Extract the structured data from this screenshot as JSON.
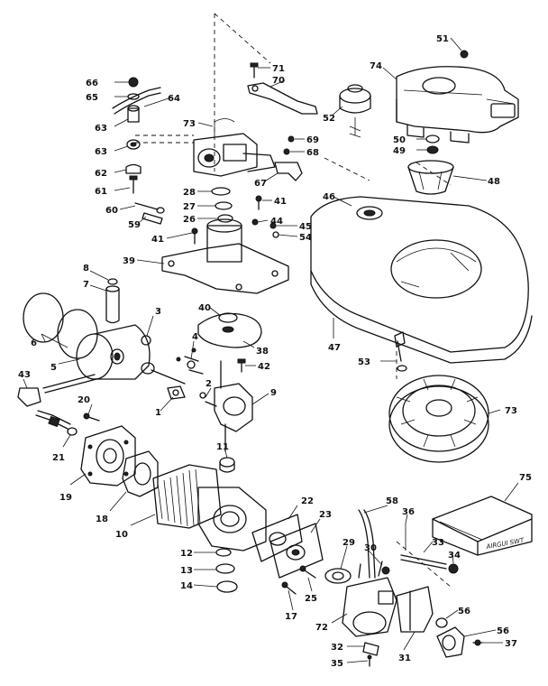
{
  "callouts": {
    "c51": "51",
    "c71": "71",
    "c74": "74",
    "c66": "66",
    "c70": "70",
    "c65": "65",
    "c64": "64",
    "c52": "52",
    "c73a": "73",
    "c63a": "63",
    "c69": "69",
    "c50": "50",
    "c63b": "63",
    "c68": "68",
    "c49": "49",
    "c62": "62",
    "c67": "67",
    "c48": "48",
    "c61": "61",
    "c28": "28",
    "c27": "27",
    "c41a": "41",
    "c46": "46",
    "c60": "60",
    "c26": "26",
    "c44": "44",
    "c59": "59",
    "c45": "45",
    "c41b": "41",
    "c54": "54",
    "c39": "39",
    "c8": "8",
    "c7": "7",
    "c3": "3",
    "c40": "40",
    "c6": "6",
    "c47": "47",
    "c38": "38",
    "c5": "5",
    "c4": "4",
    "c53": "53",
    "c42": "42",
    "c43": "43",
    "c2": "2",
    "c9": "9",
    "c1": "1",
    "c20": "20",
    "c73b": "73",
    "c21": "21",
    "c11": "11",
    "c75": "75",
    "c19": "19",
    "c22": "22",
    "c58": "58",
    "c23": "23",
    "c36": "36",
    "c18": "18",
    "c33": "33",
    "c29": "29",
    "c10": "10",
    "c30": "30",
    "c34": "34",
    "c12": "12",
    "c13": "13",
    "c14": "14",
    "c25": "25",
    "c17": "17",
    "c56a": "56",
    "c72": "72",
    "c56b": "56",
    "c37": "37",
    "c32": "32",
    "c31": "31",
    "c35": "35"
  },
  "manual_box_label": "AIRGUI SWT"
}
